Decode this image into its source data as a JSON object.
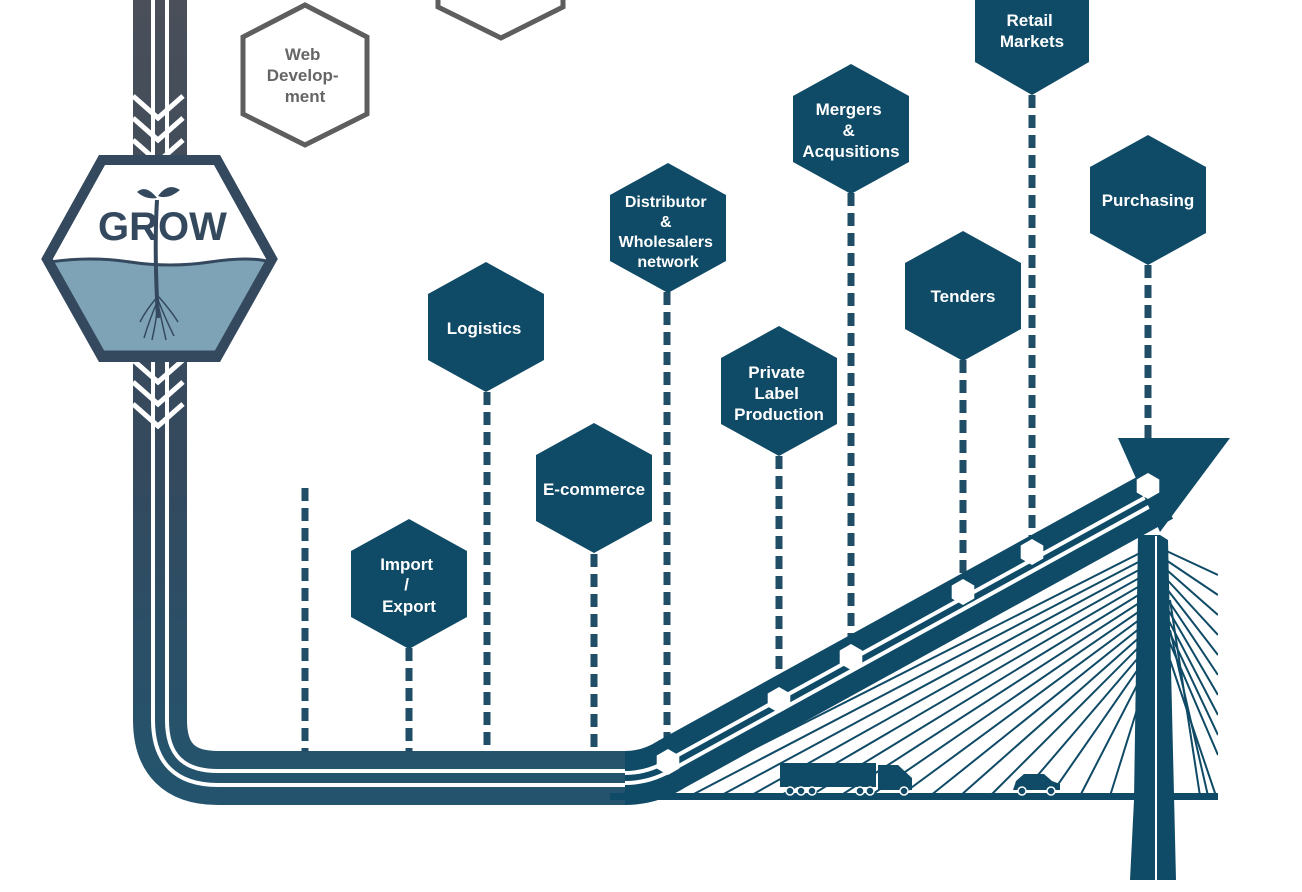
{
  "title": "GROW",
  "colors": {
    "primary": "#0f4a66",
    "pipe": "#34495e",
    "water": "#7fa3b6",
    "outline": "#5e5e5e"
  },
  "nodes": [
    {
      "id": "web-development",
      "lines": [
        "Web",
        "Develop-",
        "ment"
      ]
    },
    {
      "id": "import-export",
      "lines": [
        "Import",
        "/",
        "Export"
      ]
    },
    {
      "id": "logistics",
      "lines": [
        "Logistics"
      ]
    },
    {
      "id": "e-commerce",
      "lines": [
        "E-commerce"
      ]
    },
    {
      "id": "distributor",
      "lines": [
        "Distributor",
        "&",
        "Wholesalers",
        "network"
      ]
    },
    {
      "id": "private-label",
      "lines": [
        "Private",
        "Label",
        "Production"
      ]
    },
    {
      "id": "mergers",
      "lines": [
        "Mergers",
        "&",
        "Acqusitions"
      ]
    },
    {
      "id": "tenders",
      "lines": [
        "Tenders"
      ]
    },
    {
      "id": "retail-markets",
      "lines": [
        "Retail",
        "Markets"
      ]
    },
    {
      "id": "purchasing",
      "lines": [
        "Purchasing"
      ]
    }
  ]
}
